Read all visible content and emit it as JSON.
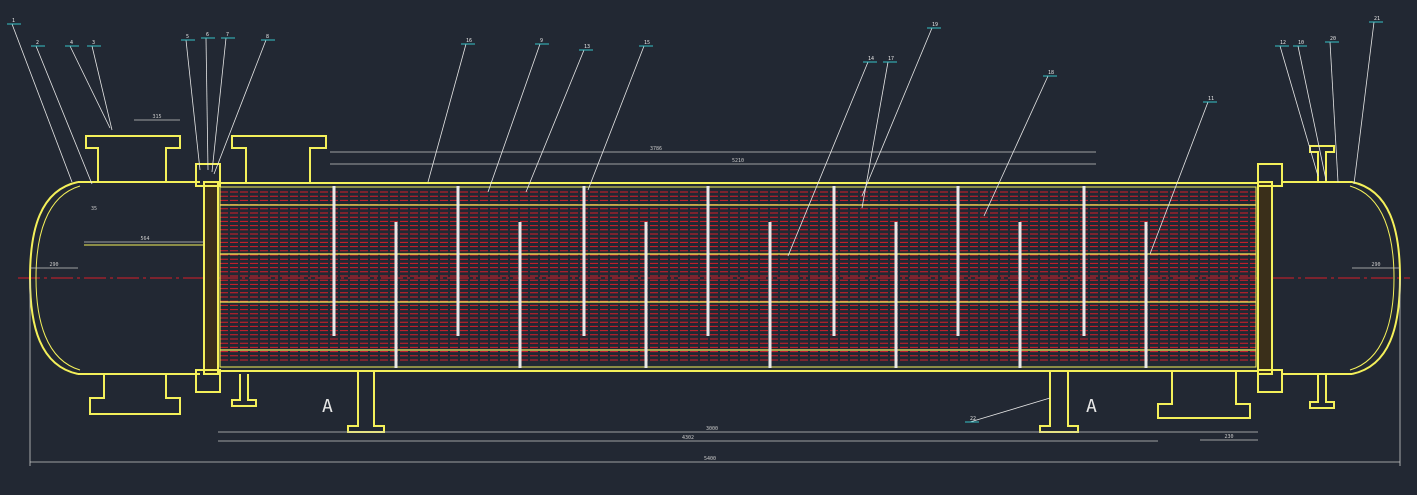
{
  "colors": {
    "background": "#222833",
    "shell": "#f4f05a",
    "tubes": "#d61e2a",
    "leader": "#e6e6e6",
    "label_underline": "#35c2c7",
    "dim": "#c8c8c8"
  },
  "part_labels": [
    "1",
    "2",
    "3",
    "4",
    "5",
    "6",
    "7",
    "8",
    "9",
    "10",
    "11",
    "12",
    "13",
    "14",
    "15",
    "16",
    "17",
    "18",
    "19",
    "20",
    "21",
    "22"
  ],
  "section_marks": [
    "A",
    "A"
  ],
  "dimensions": {
    "overall_length": "5400",
    "tube_length": "4302",
    "shell_length": "3000",
    "baffle_span": "3786",
    "baffle_pitch": "5210",
    "left_head": "290",
    "right_head": "290",
    "nozzle_w": "315",
    "saddle_gap": "230",
    "channel_len": "564",
    "flange_thk": "35"
  }
}
